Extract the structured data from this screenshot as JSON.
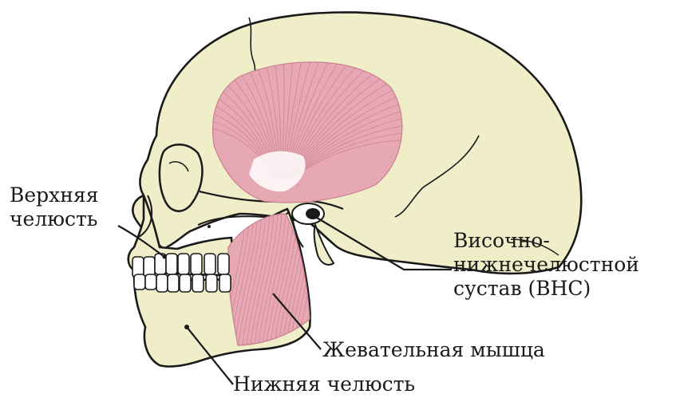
{
  "colors": {
    "bone": "#efeec9",
    "outline": "#1a1a1a",
    "muscle": "#e6a9b4",
    "muscle_fiber": "#c97f8f",
    "tendon": "#ffffff",
    "teeth": "#ffffff"
  },
  "labels": {
    "maxilla": [
      "Верхняя",
      "челюсть"
    ],
    "tmj": [
      "Височно-",
      "нижнечелюстной",
      "сустав (ВНС)"
    ],
    "masseter": "Жевательная мышца",
    "mandible": "Нижняя челюсть"
  }
}
